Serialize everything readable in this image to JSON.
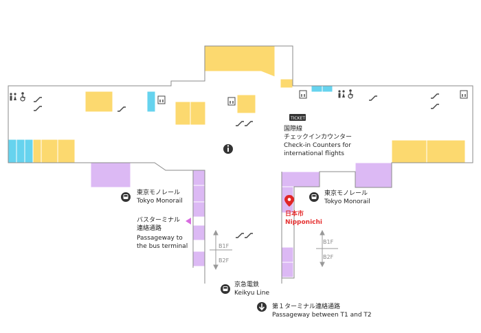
{
  "map": {
    "checkin": {
      "jp": "国際線",
      "jp2": "チェックインカウンター",
      "en1": "Check-in Counters for",
      "en2": "international flights"
    },
    "monorail_left": {
      "jp": "東京モノレール",
      "en": "Tokyo Monorail"
    },
    "monorail_right": {
      "jp": "東京モノレール",
      "en": "Tokyo Monorail"
    },
    "bus": {
      "jp1": "バスターミナル",
      "jp2": "連絡通路",
      "en1": "Passageway to",
      "en2": "the bus terminal"
    },
    "keikyu": {
      "jp": "京急電鉄",
      "en": "Keikyu Line"
    },
    "passage_t1t2": {
      "jp": "第１ターミナル連絡通路",
      "en": "Passageway between T1 and T2"
    },
    "shop": {
      "jp": "日本市",
      "en": "Nipponichi"
    },
    "floors_left": {
      "upper": "B1F",
      "lower": "B2F"
    },
    "floors_right": {
      "upper": "B1F",
      "lower": "B2F"
    },
    "ticket": "TICKET",
    "wc": "WC",
    "colors": {
      "yellow": "#fcd96f",
      "purple": "#dcb9f4",
      "cyan": "#66d3ee",
      "outline": "#8a8a8a",
      "marker": "#e02525",
      "accent_pink": "#d86ce0"
    },
    "icons": [
      "restroom-icon",
      "wheelchair-icon",
      "escalator-icon",
      "elevator-icon",
      "information-icon",
      "train-icon",
      "ticket-icon",
      "down-arrow-icon",
      "location-marker-icon"
    ]
  }
}
